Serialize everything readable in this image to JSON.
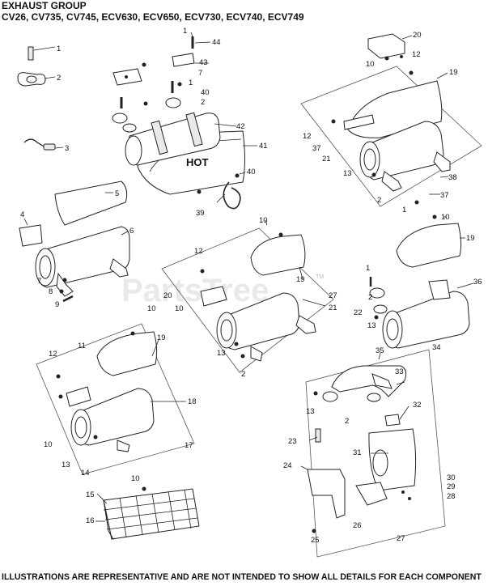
{
  "title_line1": "EXHAUST GROUP",
  "title_line2": "CV26, CV735, CV745, ECV630, ECV650, ECV730, ECV740, ECV749",
  "footer": "ILLUSTRATIONS ARE REPRESENTATIVE AND ARE NOT INTENDED TO SHOW ALL DETAILS FOR EACH COMPONENT",
  "watermark": "PartsTree",
  "trademark": "TM",
  "hot_label": "HOT",
  "callouts": [
    "1",
    "2",
    "3",
    "4",
    "5",
    "6",
    "7",
    "8",
    "9",
    "10",
    "12",
    "13",
    "14",
    "15",
    "16",
    "17",
    "18",
    "19",
    "20",
    "21",
    "22",
    "23",
    "24",
    "25",
    "26",
    "27",
    "28",
    "29",
    "30",
    "31",
    "32",
    "33",
    "34",
    "35",
    "36",
    "37",
    "38",
    "39",
    "40",
    "41",
    "42",
    "43",
    "44",
    "11"
  ]
}
